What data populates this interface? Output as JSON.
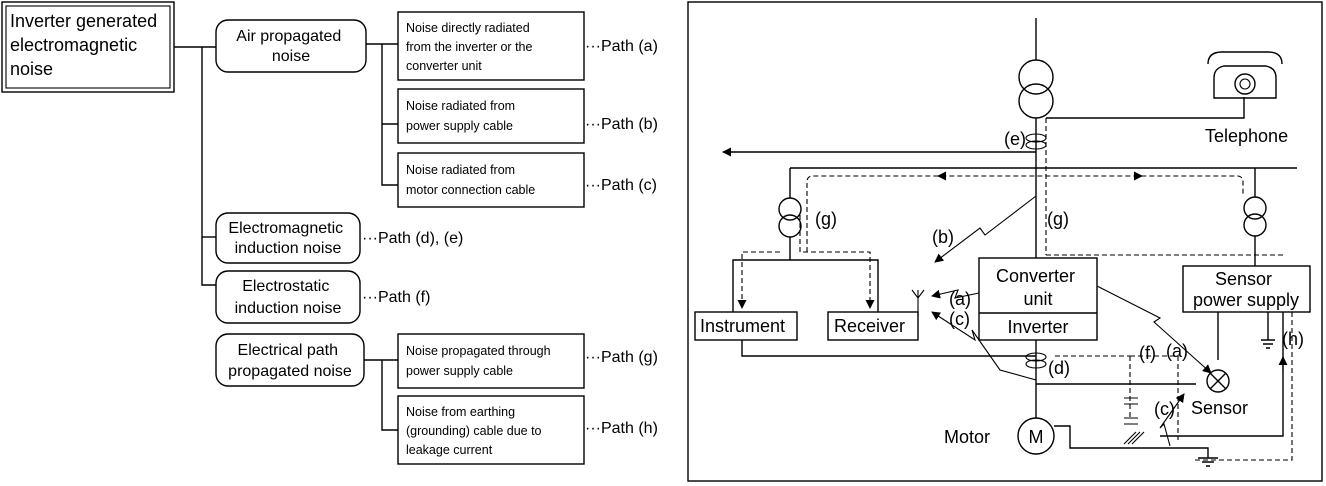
{
  "classification": {
    "root": [
      "Inverter generated",
      "electromagnetic",
      "noise"
    ],
    "branches": [
      {
        "label": [
          "Air propagated",
          "noise"
        ],
        "leaves": [
          {
            "text": [
              "Noise directly radiated",
              "from the inverter or the",
              "converter unit"
            ],
            "path": "···Path (a)"
          },
          {
            "text": [
              "Noise radiated from",
              "power supply cable"
            ],
            "path": "···Path (b)"
          },
          {
            "text": [
              "Noise radiated from",
              "motor connection cable"
            ],
            "path": "···Path (c)"
          }
        ]
      },
      {
        "label": [
          "Electromagnetic",
          "induction noise"
        ],
        "path": "···Path (d), (e)"
      },
      {
        "label": [
          "Electrostatic",
          "induction noise"
        ],
        "path": "···Path (f)"
      },
      {
        "label": [
          "Electrical path",
          "propagated noise"
        ],
        "leaves": [
          {
            "text": [
              "Noise propagated through",
              "power supply cable"
            ],
            "path": "···Path (g)"
          },
          {
            "text": [
              "Noise from earthing",
              "(grounding) cable due to",
              "leakage current"
            ],
            "path": "···Path (h)"
          }
        ]
      }
    ]
  },
  "circuit": {
    "telephone": "Telephone",
    "converter": [
      "Converter",
      "unit"
    ],
    "inverter": "Inverter",
    "instrument": "Instrument",
    "receiver": "Receiver",
    "sensor_power_supply": [
      "Sensor",
      "power supply"
    ],
    "sensor": "Sensor",
    "motor": "Motor",
    "motor_symbol": "M",
    "path_labels": {
      "a1": "(a)",
      "a2": "(a)",
      "b": "(b)",
      "c1": "(c)",
      "c2": "(c)",
      "d": "(d)",
      "e": "(e)",
      "f": "(f)",
      "g1": "(g)",
      "g2": "(g)",
      "h": "(h)"
    }
  }
}
